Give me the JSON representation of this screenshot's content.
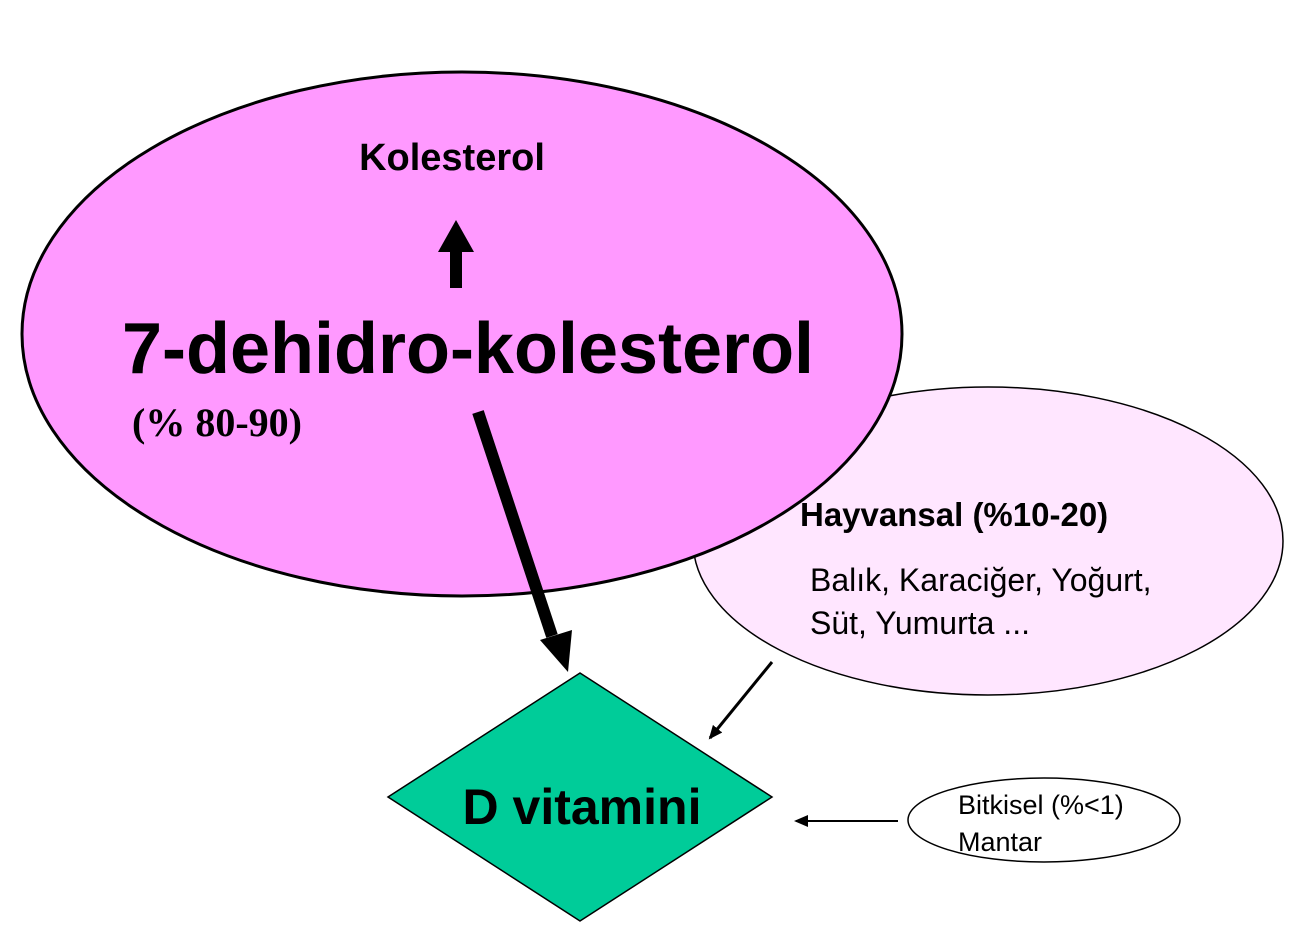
{
  "nodes": {
    "main": {
      "top_label": "Kolesterol",
      "name": "7-dehidro-kolesterol",
      "share": "(% 80-90)",
      "fill": "#ff99ff"
    },
    "animal": {
      "title": "Hayvansal (%10-20)",
      "line1": "Balık, Karaciğer, Yoğurt,",
      "line2": "Süt, Yumurta ...",
      "fill": "#ffe6ff"
    },
    "plant": {
      "line1": "Bitkisel (%<1)",
      "line2": "Mantar",
      "fill": "#ffffff"
    },
    "vitamin": {
      "label": "D vitamini",
      "fill": "#00cc99"
    }
  }
}
